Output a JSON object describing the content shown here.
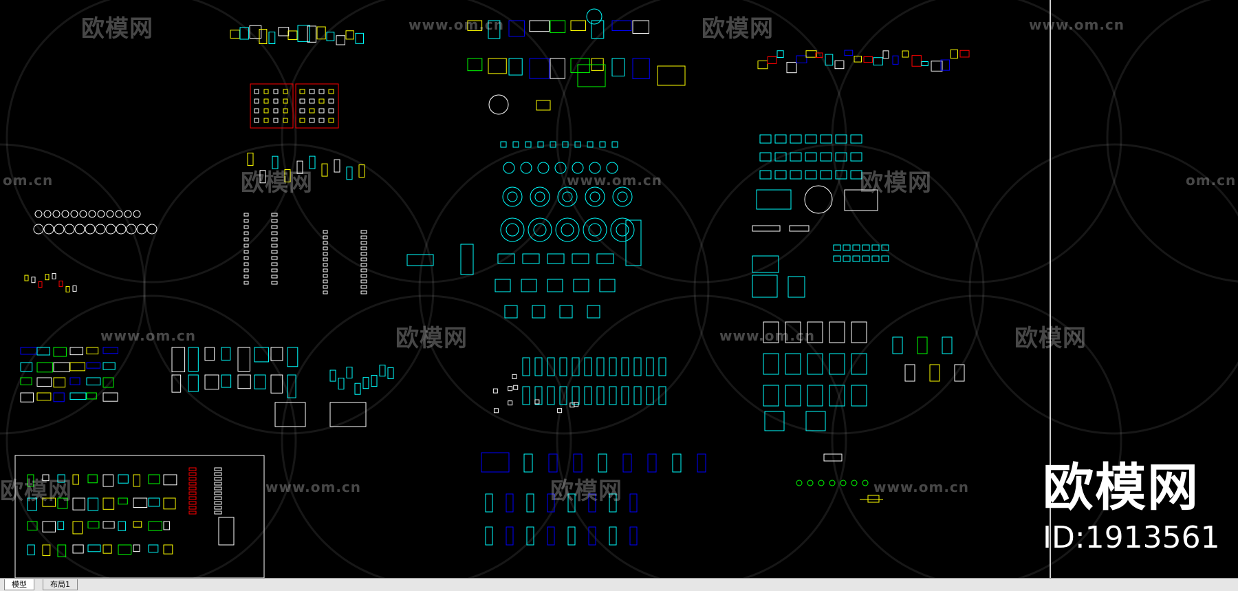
{
  "watermark": {
    "logo_text": "欧模网",
    "url_text": "www.om.cn",
    "url_fragment": "om.cn"
  },
  "brand": {
    "name": "欧模网",
    "id_label": "ID:1913561"
  },
  "tabs": [
    {
      "label": "模型"
    },
    {
      "label": "布局1"
    }
  ],
  "colors": {
    "canvas_bg": "#000000",
    "cyan": "#00ffff",
    "yellow": "#ffff00",
    "blue": "#0000ff",
    "green": "#00ff00",
    "red": "#ff0000",
    "white": "#ffffff"
  }
}
